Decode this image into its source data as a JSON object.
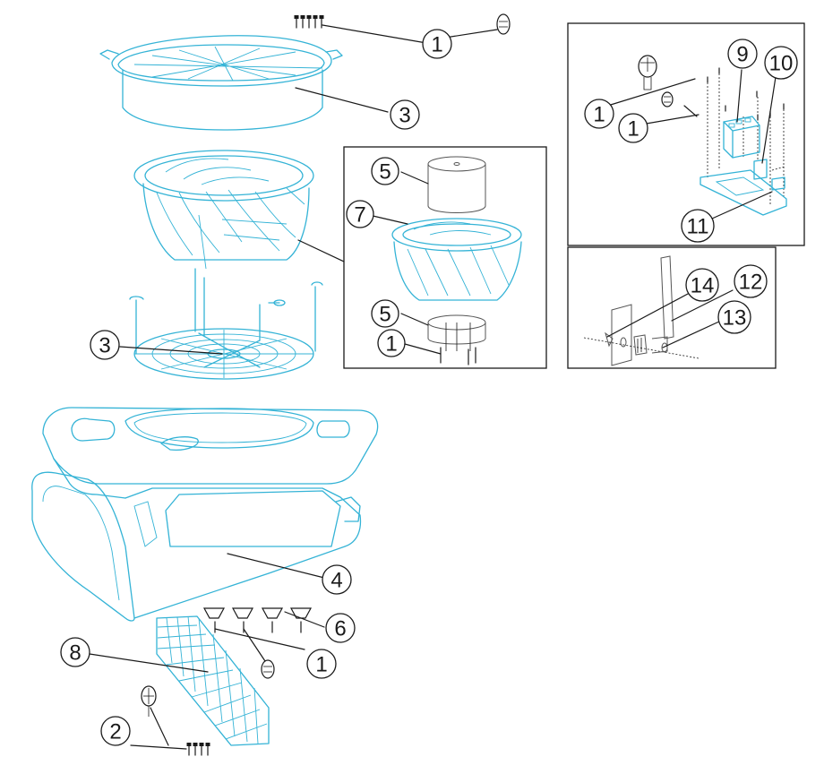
{
  "callouts": {
    "c1_top": "1",
    "c3_top": "3",
    "c5_top": "5",
    "c7": "7",
    "c5_bottom": "5",
    "c1_inset": "1",
    "c3_grill": "3",
    "c9": "9",
    "c10": "10",
    "c1_right_a": "1",
    "c1_right_b": "1",
    "c11": "11",
    "c14": "14",
    "c12": "12",
    "c13": "13",
    "c4": "4",
    "c6": "6",
    "c8": "8",
    "c1_bottom": "1",
    "c2": "2"
  },
  "colors": {
    "part_line": "#34b3d6",
    "leader_line": "#1a1a1a",
    "background": "#ffffff"
  }
}
